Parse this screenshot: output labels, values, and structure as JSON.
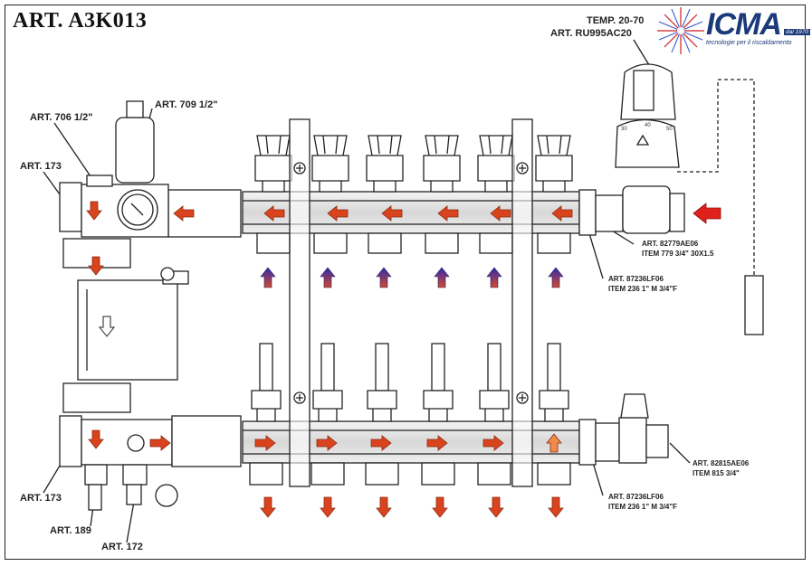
{
  "title": "ART. A3K013",
  "brand": {
    "name": "ICMA",
    "tagline": "tecnologie per il riscaldamento",
    "since": "dal 1970"
  },
  "labels": {
    "temp_range": "TEMP. 20-70",
    "thermostatic_head": "ART. RU995AC20",
    "air_vent_valve": "ART. 706 1/2\"",
    "auto_air_vent": "ART. 709 1/2\"",
    "union_top": "ART. 173",
    "union_bottom": "ART. 173",
    "ball_valve_code": "ART. 82779AE06",
    "ball_valve_item": "ITEM 779 3/4\" 30X1.5",
    "manifold_top_code": "ART. 87236LF06",
    "manifold_top_item": "ITEM 236 1\" M 3/4\"F",
    "manifold_bottom_code": "ART. 87236LF06",
    "manifold_bottom_item": "ITEM 236 1\" M 3/4\"F",
    "lockshield_code": "ART. 82815AE06",
    "lockshield_item": "ITEM 815 3/4\"",
    "drain_cock": "ART. 189",
    "fill_valve": "ART. 172"
  },
  "thermostat_scale": [
    "30",
    "40",
    "50"
  ],
  "colors": {
    "flow_arrow": "#d9441f",
    "flow_arrow_light": "#f08a4b",
    "return_arrow_top": "#3a2a9a",
    "return_arrow_bottom": "#c0504d",
    "inlet_arrow": "#e0201a",
    "line": "#222222"
  },
  "icons": {
    "flow_left": "arrow-left-icon",
    "flow_right": "arrow-right-icon",
    "flow_down": "arrow-down-icon",
    "flow_up": "arrow-up-icon"
  }
}
